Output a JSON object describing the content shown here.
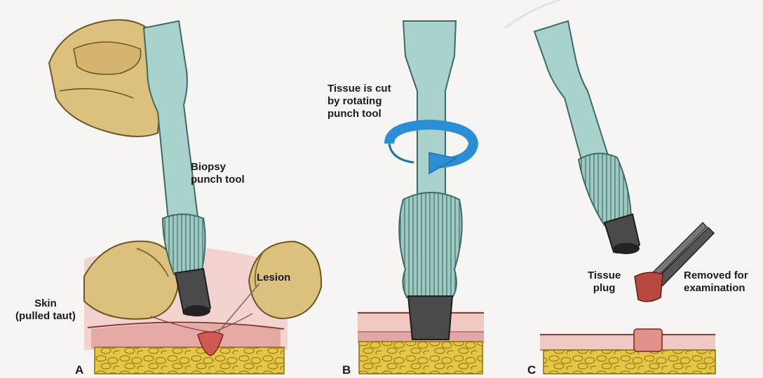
{
  "panels": {
    "a": {
      "letter": "A",
      "tool_label": "Biopsy\npunch tool",
      "lesion_label": "Lesion",
      "skin_label": "Skin\n(pulled taut)"
    },
    "b": {
      "letter": "B",
      "cut_label": "Tissue is cut\nby rotating\npunch tool"
    },
    "c": {
      "letter": "C",
      "plug_label": "Tissue\nplug",
      "removed_label": "Removed for\nexamination"
    }
  },
  "colors": {
    "tool": "#a9d2cc",
    "tool_dark": "#6f9e98",
    "blade": "#4a4a4a",
    "skin": "#e8b7b3",
    "skin_light": "#f3d2cf",
    "fat": "#e3c23f",
    "finger": "#dcc07e",
    "arrow": "#2b8fd6",
    "lesion": "#cf5a52"
  }
}
